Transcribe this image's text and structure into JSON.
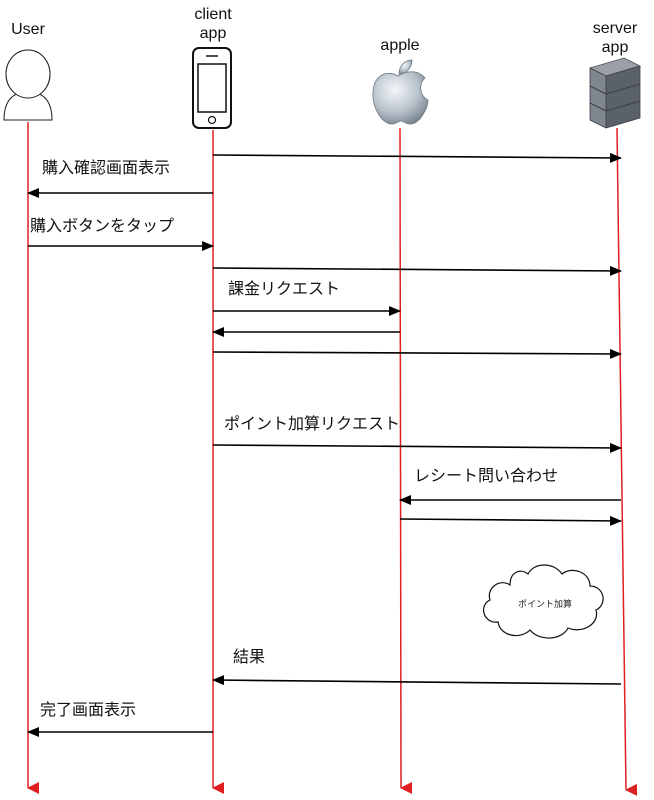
{
  "actors": {
    "user": {
      "label": "User",
      "icon": "person-icon"
    },
    "client": {
      "line1": "client",
      "line2": "app",
      "icon": "phone-icon"
    },
    "apple": {
      "label": "apple",
      "icon": "apple-logo-icon"
    },
    "server": {
      "line1": "server",
      "line2": "app",
      "icon": "server-icon"
    }
  },
  "messages": {
    "m1": {
      "label": "",
      "from": "client",
      "to": "server"
    },
    "m2": {
      "label": "購入確認画面表示",
      "from": "client",
      "to": "user"
    },
    "m3": {
      "label": "購入ボタンをタップ",
      "from": "user",
      "to": "client"
    },
    "m4": {
      "label": "",
      "from": "client",
      "to": "server"
    },
    "m5": {
      "label": "課金リクエスト",
      "from": "client",
      "to": "apple"
    },
    "m6": {
      "label": "",
      "from": "apple",
      "to": "client"
    },
    "m7": {
      "label": "",
      "from": "client",
      "to": "server"
    },
    "m8": {
      "label": "ポイント加算リクエスト",
      "from": "client",
      "to": "server"
    },
    "m9": {
      "label": "レシート問い合わせ",
      "from": "server",
      "to": "apple"
    },
    "m10": {
      "label": "",
      "from": "apple",
      "to": "server"
    },
    "m11": {
      "label": "結果",
      "from": "server",
      "to": "client"
    },
    "m12": {
      "label": "完了画面表示",
      "from": "client",
      "to": "user"
    }
  },
  "note": {
    "label": "ポイント加算",
    "shape": "cloud"
  },
  "colors": {
    "lifeline": "#e02020",
    "arrow": "#000000"
  }
}
